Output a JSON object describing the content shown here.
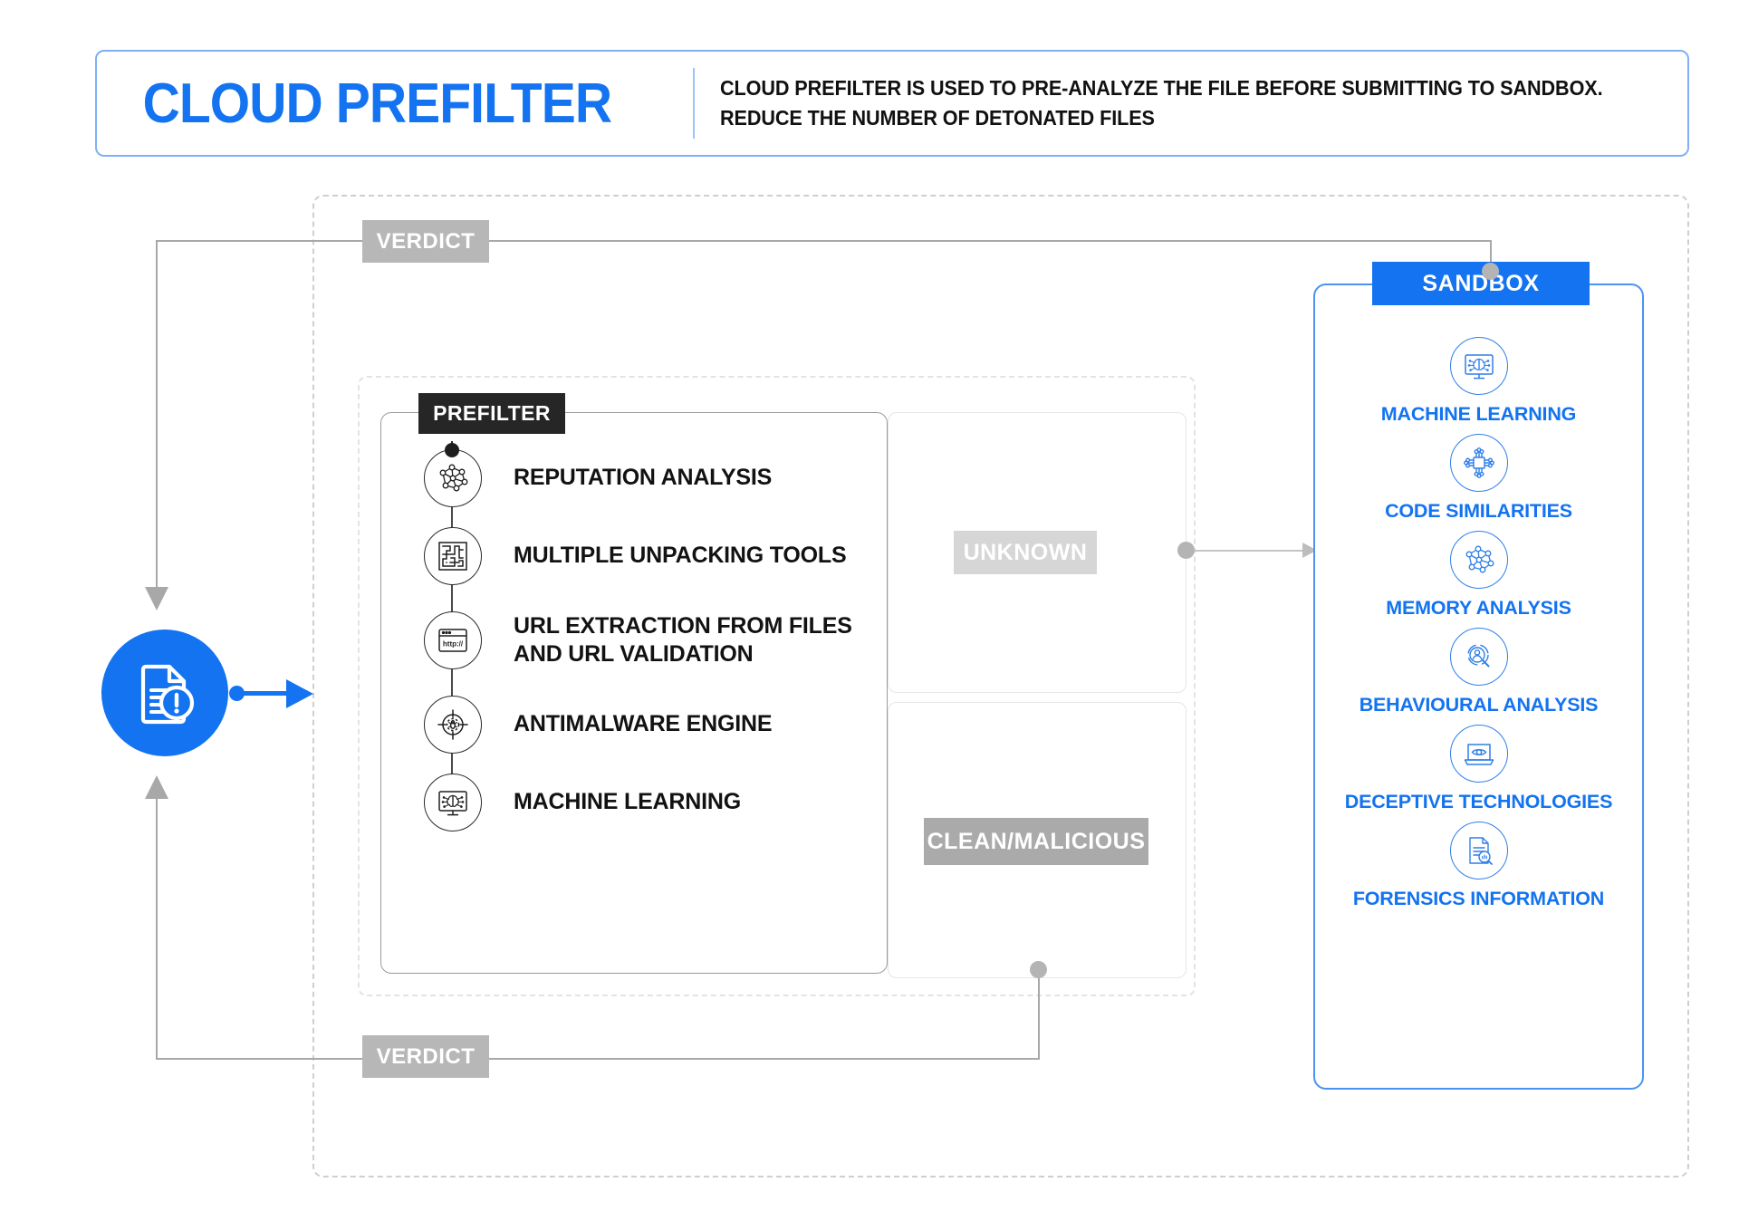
{
  "header": {
    "title": "CLOUD PREFILTER",
    "subtitle": "CLOUD PREFILTER IS USED TO PRE-ANALYZE THE FILE BEFORE SUBMITTING TO SANDBOX. REDUCE THE NUMBER OF DETONATED FILES"
  },
  "colors": {
    "brand_blue": "#1373f0",
    "sandbox_border": "#4b93ef",
    "prefilter_tab": "#262626",
    "badge_gray": "#b7b7b7",
    "badge_gray_light": "#d6d6d6",
    "badge_gray_dark": "#aaaaaa",
    "connector_gray": "#a8a8a8"
  },
  "source_node": {
    "icon": "file-alert-icon"
  },
  "prefilter": {
    "tab_label": "PREFILTER",
    "items": [
      {
        "label": "REPUTATION ANALYSIS",
        "icon": "network-graph-icon"
      },
      {
        "label": "MULTIPLE UNPACKING TOOLS",
        "icon": "maze-icon"
      },
      {
        "label": "URL EXTRACTION FROM FILES\nAND URL VALIDATION",
        "icon": "browser-url-icon"
      },
      {
        "label": "ANTIMALWARE ENGINE",
        "icon": "crosshair-bug-icon"
      },
      {
        "label": "MACHINE LEARNING",
        "icon": "monitor-brain-icon"
      }
    ]
  },
  "badges": {
    "verdict_top": "VERDICT",
    "verdict_bottom": "VERDICT",
    "unknown": "UNKNOWN",
    "clean_malicious": "CLEAN/MALICIOUS"
  },
  "sandbox": {
    "tab_label": "SANDBOX",
    "items": [
      {
        "label": "MACHINE LEARNING",
        "icon": "monitor-brain-icon"
      },
      {
        "label": "CODE SIMILARITIES",
        "icon": "microchip-icon"
      },
      {
        "label": "MEMORY ANALYSIS",
        "icon": "network-graph-icon"
      },
      {
        "label": "BEHAVIOURAL ANALYSIS",
        "icon": "person-magnifier-icon"
      },
      {
        "label": "DECEPTIVE TECHNOLOGIES",
        "icon": "laptop-eye-icon"
      },
      {
        "label": "FORENSICS INFORMATION",
        "icon": "document-magnifier-icon"
      }
    ]
  }
}
